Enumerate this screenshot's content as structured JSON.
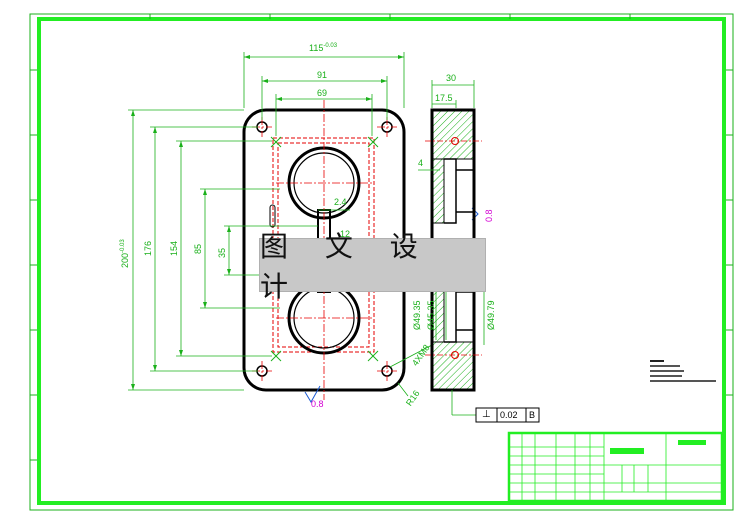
{
  "watermark": "图 文 设 计",
  "dimensions": {
    "width_total": "115",
    "width_total_tol": "-0.03",
    "width_holes": "91",
    "width_inner": "69",
    "height_total": "200",
    "height_total_tol": "-0.03",
    "height_176": "176",
    "height_154": "154",
    "height_85": "85",
    "height_35": "35",
    "dim_2_4": "2.4",
    "dim_12": "12",
    "side_width": "30",
    "side_17_5": "17.5",
    "side_4": "4",
    "diam_49_35": "Ø49.35",
    "diam_45_35": "Ø45.35",
    "diam_49_79": "Ø49.79",
    "thread": "4XM8",
    "radius": "R16"
  },
  "roughness": {
    "bottom": "0.8",
    "side": "0.8"
  },
  "tolerance": {
    "symbol": "⊥",
    "value": "0.02",
    "datum": "B"
  },
  "colors": {
    "frame": "#22ee22",
    "dim": "#1ab01a",
    "center": "#e60000",
    "part": "#000000",
    "mark": "#d400d4"
  }
}
